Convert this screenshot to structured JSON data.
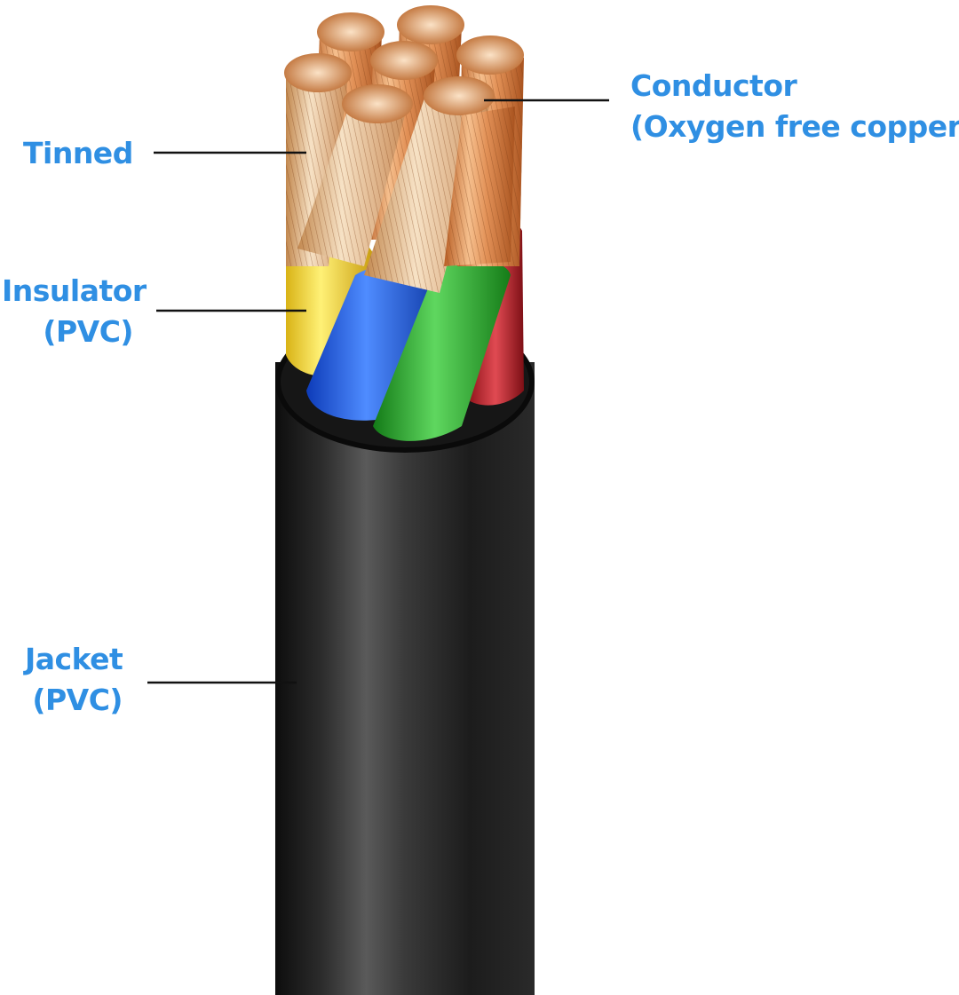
{
  "labels": {
    "tinned": "Tinned",
    "insulator": {
      "line1": "Insulator",
      "line2": "(PVC)"
    },
    "jacket": {
      "line1": "Jacket",
      "line2": "(PVC)"
    },
    "conductor": {
      "line1": "Conductor",
      "line2": "(Oxygen free copper)"
    }
  },
  "colors": {
    "label_text": "#2f8fe3",
    "leader_line": "#111111",
    "jacket": "#1f1f1f",
    "wire_yellow": "#f2d22a",
    "wire_blue": "#1f5fe0",
    "wire_green": "#2aa62a",
    "wire_red": "#c0222c",
    "copper": "#d7834a"
  }
}
